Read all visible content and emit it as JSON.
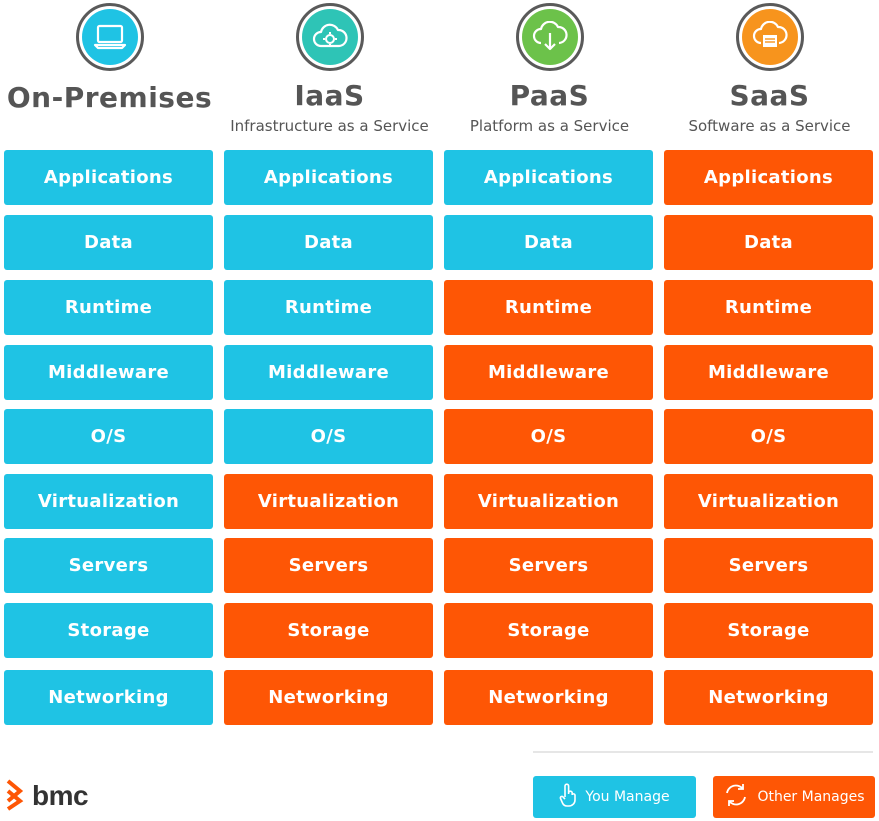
{
  "columns": [
    {
      "title": "On-Premises",
      "subtitle": "",
      "icon": "laptop-icon",
      "icon_color": "#1fc3e4",
      "cells": [
        {
          "label": "Applications",
          "managed_by": "you"
        },
        {
          "label": "Data",
          "managed_by": "you"
        },
        {
          "label": "Runtime",
          "managed_by": "you"
        },
        {
          "label": "Middleware",
          "managed_by": "you"
        },
        {
          "label": "O/S",
          "managed_by": "you"
        },
        {
          "label": "Virtualization",
          "managed_by": "you"
        },
        {
          "label": "Servers",
          "managed_by": "you"
        },
        {
          "label": "Storage",
          "managed_by": "you"
        },
        {
          "label": "Networking",
          "managed_by": "you"
        }
      ]
    },
    {
      "title": "IaaS",
      "subtitle": "Infrastructure as a Service",
      "icon": "cloud-gear-icon",
      "icon_color": "#2ec4b6",
      "cells": [
        {
          "label": "Applications",
          "managed_by": "you"
        },
        {
          "label": "Data",
          "managed_by": "you"
        },
        {
          "label": "Runtime",
          "managed_by": "you"
        },
        {
          "label": "Middleware",
          "managed_by": "you"
        },
        {
          "label": "O/S",
          "managed_by": "you"
        },
        {
          "label": "Virtualization",
          "managed_by": "other"
        },
        {
          "label": "Servers",
          "managed_by": "other"
        },
        {
          "label": "Storage",
          "managed_by": "other"
        },
        {
          "label": "Networking",
          "managed_by": "other"
        }
      ]
    },
    {
      "title": "PaaS",
      "subtitle": "Platform as a Service",
      "icon": "cloud-download-icon",
      "icon_color": "#6cc24a",
      "cells": [
        {
          "label": "Applications",
          "managed_by": "you"
        },
        {
          "label": "Data",
          "managed_by": "you"
        },
        {
          "label": "Runtime",
          "managed_by": "other"
        },
        {
          "label": "Middleware",
          "managed_by": "other"
        },
        {
          "label": "O/S",
          "managed_by": "other"
        },
        {
          "label": "Virtualization",
          "managed_by": "other"
        },
        {
          "label": "Servers",
          "managed_by": "other"
        },
        {
          "label": "Storage",
          "managed_by": "other"
        },
        {
          "label": "Networking",
          "managed_by": "other"
        }
      ]
    },
    {
      "title": "SaaS",
      "subtitle": "Software as a Service",
      "icon": "cloud-window-icon",
      "icon_color": "#f7941d",
      "cells": [
        {
          "label": "Applications",
          "managed_by": "other"
        },
        {
          "label": "Data",
          "managed_by": "other"
        },
        {
          "label": "Runtime",
          "managed_by": "other"
        },
        {
          "label": "Middleware",
          "managed_by": "other"
        },
        {
          "label": "O/S",
          "managed_by": "other"
        },
        {
          "label": "Virtualization",
          "managed_by": "other"
        },
        {
          "label": "Servers",
          "managed_by": "other"
        },
        {
          "label": "Storage",
          "managed_by": "other"
        },
        {
          "label": "Networking",
          "managed_by": "other"
        }
      ]
    }
  ],
  "legend": {
    "you_label": "You Manage",
    "you_icon": "hand-pointer-icon",
    "you_color": "#1fc3e4",
    "other_label": "Other Manages",
    "other_icon": "refresh-icon",
    "other_color": "#fe5605"
  },
  "brand": {
    "name": "bmc",
    "logo_icon": "bmc-chevron-icon",
    "accent": "#fe5605"
  }
}
